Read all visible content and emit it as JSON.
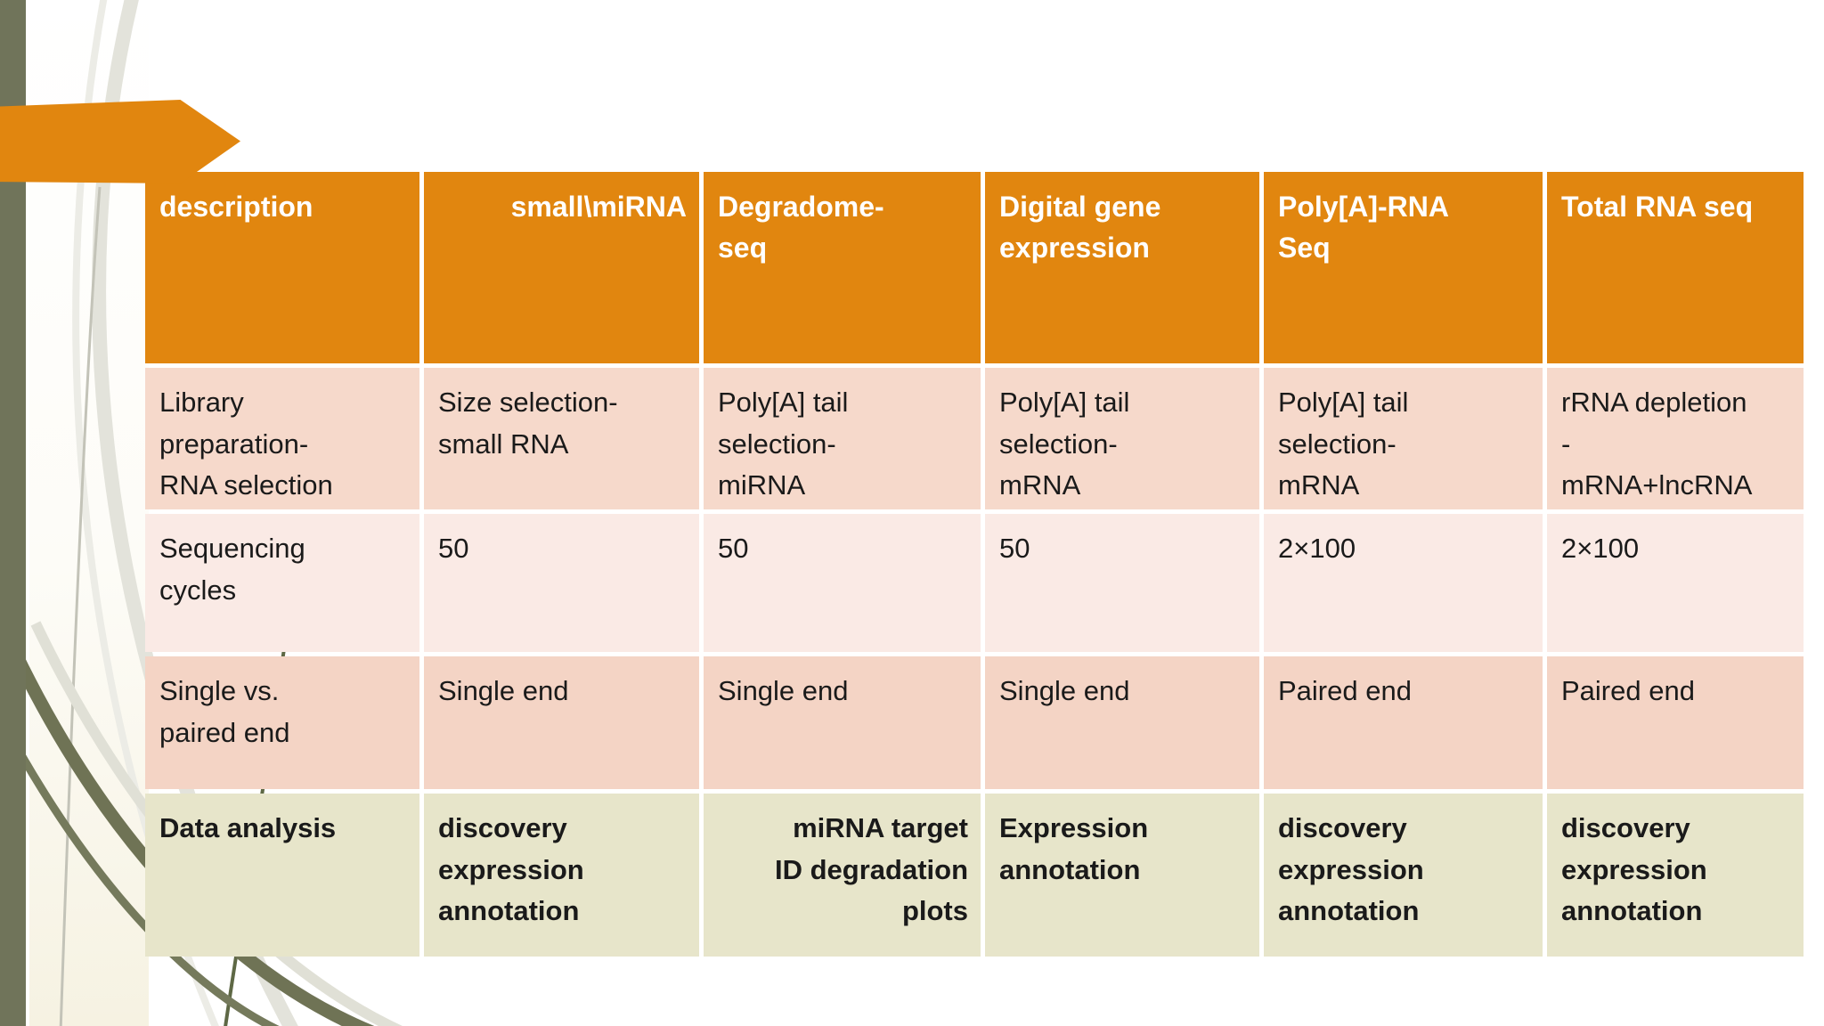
{
  "slide": {
    "kind": "presentation-slide-table",
    "colors": {
      "accent_orange": "#E1860F",
      "olive_bar": "#70745A",
      "row_salmon": "#F6D9CB",
      "row_light_pink": "#FAEAE5",
      "row_salmon_dark": "#F4D4C5",
      "row_olive": "#E7E5CA",
      "header_text": "#FFFFFF",
      "body_text": "#1A1A1A"
    },
    "table": {
      "header": [
        "description",
        "small\\miRNA",
        "Degradome-\nseq",
        "Digital gene\nexpression",
        "Poly[A]-RNA\nSeq",
        "Total RNA seq"
      ],
      "rows": [
        [
          "Library\npreparation-\nRNA selection",
          "Size selection-\nsmall RNA",
          "Poly[A] tail\nselection-\nmiRNA",
          "Poly[A] tail\nselection-\nmRNA",
          "Poly[A] tail\nselection-\nmRNA",
          "rRNA depletion\n-\nmRNA+lncRNA"
        ],
        [
          "Sequencing\ncycles",
          "50",
          "50",
          "50",
          "2×100",
          "2×100"
        ],
        [
          "Single vs.\npaired end",
          "Single end",
          "Single end",
          "Single end",
          "Paired end",
          "Paired end"
        ],
        [
          "Data analysis",
          "discovery\nexpression\nannotation",
          "miRNA target\nID degradation\nplots",
          "Expression\nannotation",
          "discovery\nexpression\nannotation",
          "discovery\nexpression\nannotation"
        ]
      ]
    }
  }
}
